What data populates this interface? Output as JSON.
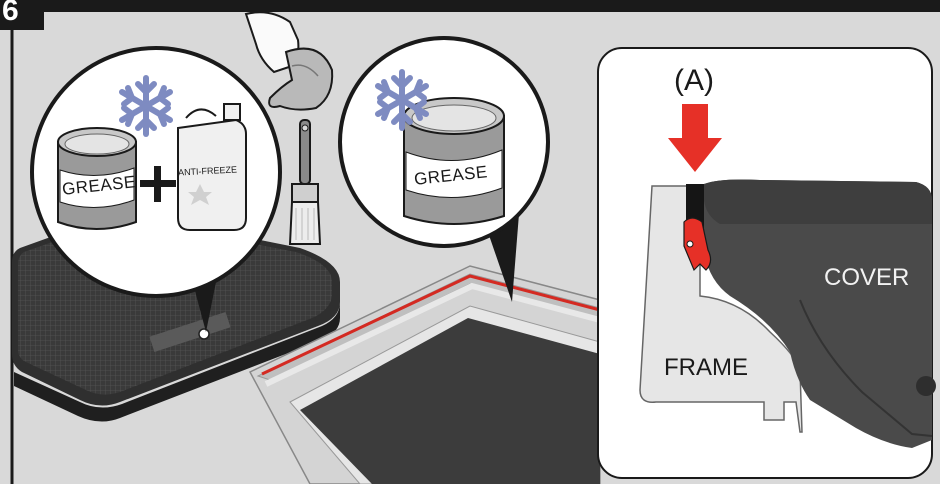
{
  "step": {
    "number": "6"
  },
  "callout_left": {
    "can_label": "GREASE",
    "jug_label": "ANTI-FREEZE",
    "plus_symbol": "+"
  },
  "callout_right": {
    "can_label": "GREASE"
  },
  "detail": {
    "marker": "(A)",
    "cover_label": "COVER",
    "frame_label": "FRAME"
  },
  "icons": [
    "snowflake-icon",
    "snowflake-icon",
    "hand-with-cloth-icon",
    "paint-brush-icon",
    "arrow-down-icon"
  ],
  "colors": {
    "background": "#d9d9d9",
    "banner": "#1a1a1a",
    "accent_red": "#e63027",
    "snowflake": "#7e8bc1",
    "mat_dark": "#3d3d3d"
  }
}
